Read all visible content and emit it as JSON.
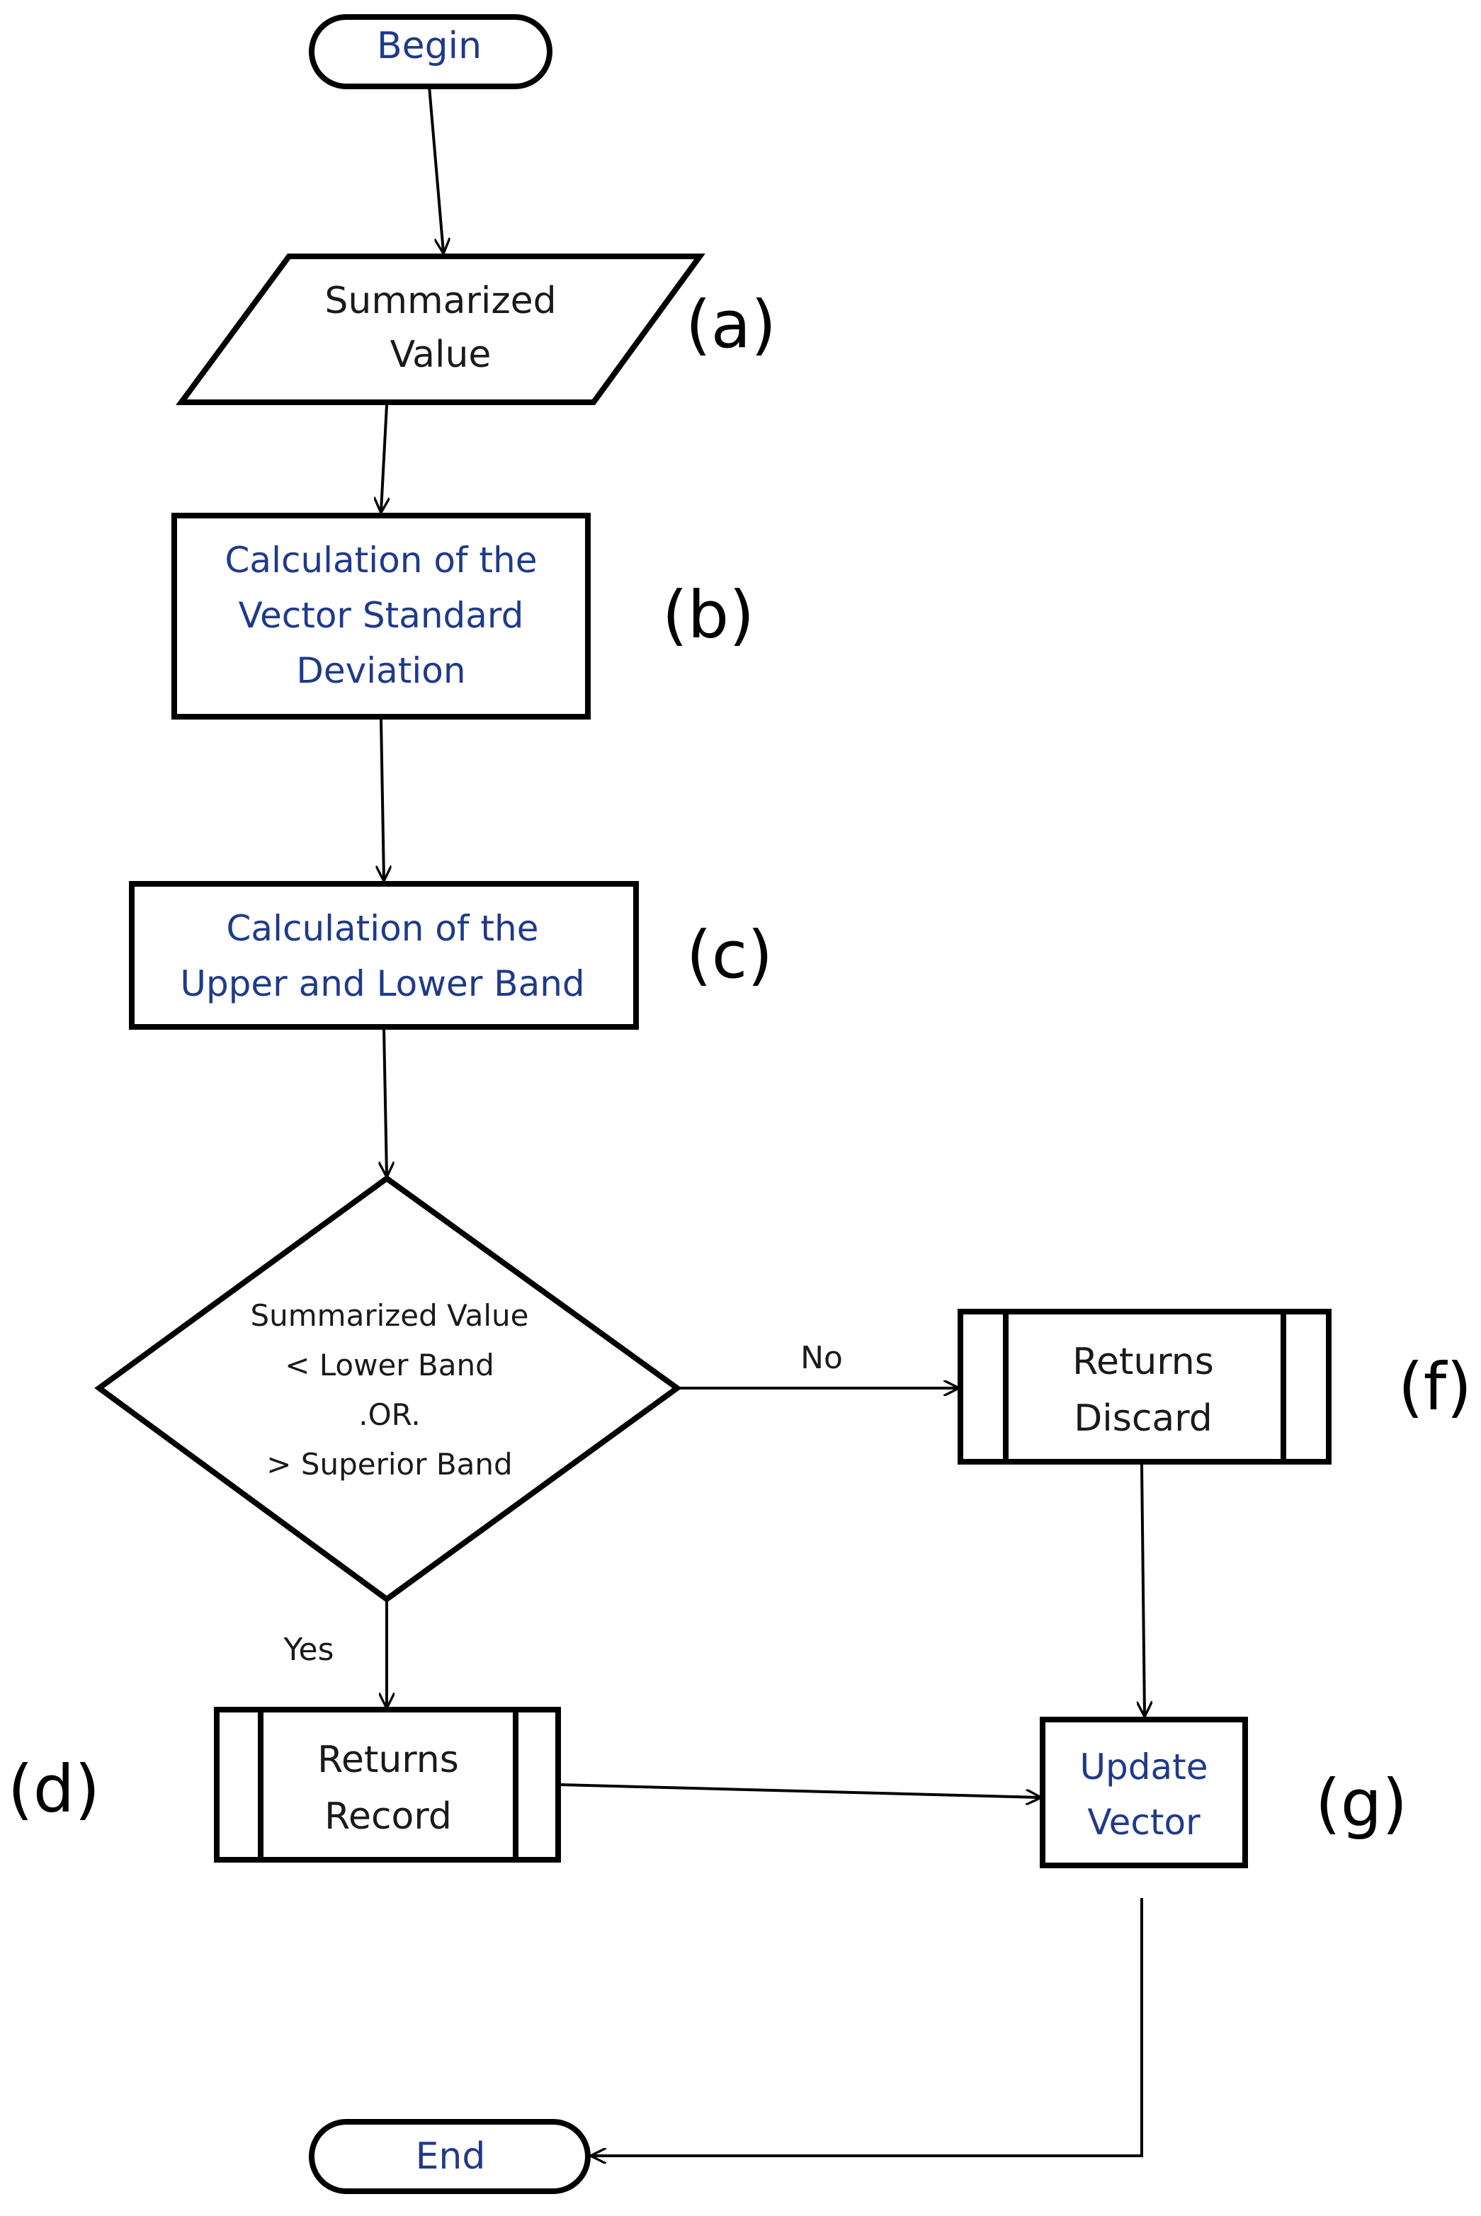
{
  "colors": {
    "stroke": "#000000",
    "text_dark": "#1a1a1a",
    "text_blue": "#1f3a8a",
    "background": "#ffffff"
  },
  "nodes": {
    "begin": {
      "label": "Begin"
    },
    "summarized_value": {
      "lines": [
        "Summarized",
        "Value"
      ]
    },
    "std_dev": {
      "lines": [
        "Calculation of the",
        "Vector Standard",
        "Deviation"
      ]
    },
    "bands": {
      "lines": [
        "Calculation of the",
        "Upper and Lower Band"
      ]
    },
    "decision": {
      "lines": [
        "Summarized  Value",
        "< Lower Band",
        ".OR.",
        "> Superior  Band"
      ]
    },
    "returns_discard": {
      "lines": [
        "Returns",
        "Discard"
      ]
    },
    "returns_record": {
      "lines": [
        "Returns",
        "Record"
      ]
    },
    "update_vector": {
      "lines": [
        "Update",
        "Vector"
      ]
    },
    "end": {
      "label": "End"
    }
  },
  "edge_labels": {
    "no": "No",
    "yes": "Yes"
  },
  "step_tags": {
    "a": "(a)",
    "b": "(b)",
    "c": "(c)",
    "d": "(d)",
    "f": "(f)",
    "g": "(g)"
  }
}
